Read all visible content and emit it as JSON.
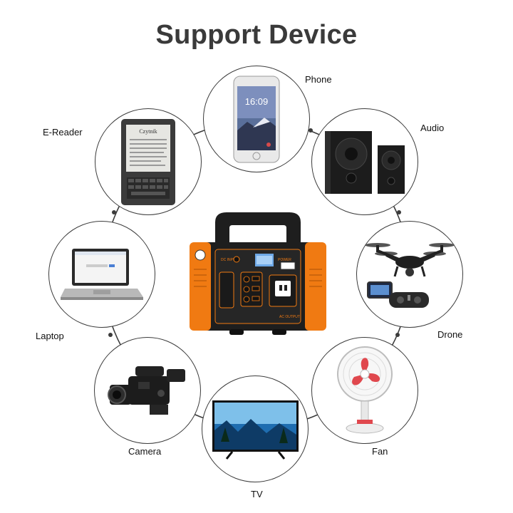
{
  "title": "Support Device",
  "devices": [
    {
      "label": "Phone",
      "icon": "phone-icon",
      "screen_time": "16:09"
    },
    {
      "label": "Audio",
      "icon": "speakers-icon"
    },
    {
      "label": "Drone",
      "icon": "drone-icon"
    },
    {
      "label": "Fan",
      "icon": "fan-icon"
    },
    {
      "label": "TV",
      "icon": "tv-icon"
    },
    {
      "label": "Camera",
      "icon": "camera-icon"
    },
    {
      "label": "Laptop",
      "icon": "laptop-icon"
    },
    {
      "label": "E-Reader",
      "icon": "ereader-icon",
      "screen_text": "Czytnik"
    }
  ],
  "center": {
    "icon": "power-station-icon",
    "panel_labels": [
      "DC INPUT",
      "POWER",
      "AC OUTPUT"
    ],
    "colors": {
      "body": "#1e1e1e",
      "accent": "#f07a12"
    }
  }
}
